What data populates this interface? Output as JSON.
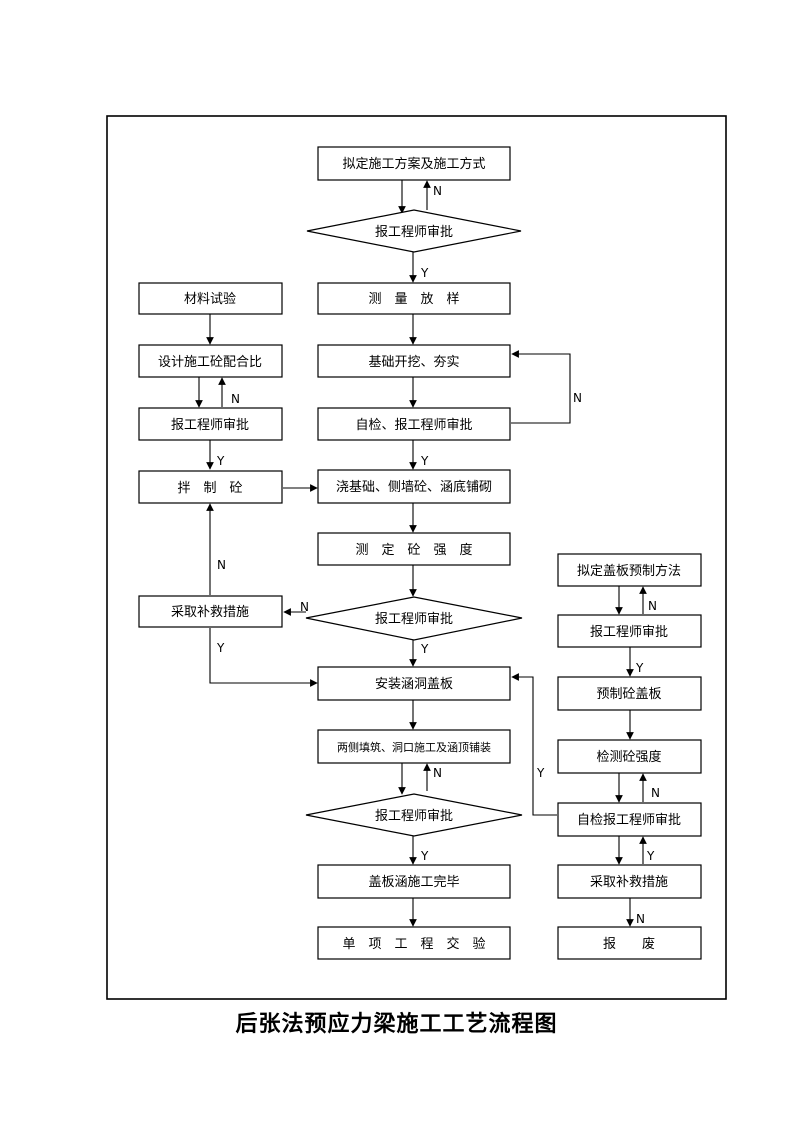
{
  "title": "后张法预应力梁施工工艺流程图",
  "nodes": {
    "plan": "拟定施工方案及施工方式",
    "approve1": "报工程师审批",
    "survey": "测　量　放　样",
    "excavate": "基础开挖、夯实",
    "selfcheck1": "自检、报工程师审批",
    "pour": "浇基础、侧墙砼、涵底铺砌",
    "strength": "测　定　砼　强　度",
    "approve2": "报工程师审批",
    "install": "安装涵洞盖板",
    "backfill": "两侧填筑、洞口施工及涵顶铺装",
    "approve3": "报工程师审批",
    "complete": "盖板涵施工完毕",
    "handover": "单　项　工　程　交　验",
    "material": "材料试验",
    "mix": "设计施工砼配合比",
    "approve_mix": "报工程师审批",
    "mixing": "拌　制　砼",
    "remedy_left": "采取补救措施",
    "slab_plan": "拟定盖板预制方法",
    "approve_slab": "报工程师审批",
    "prefab": "预制砼盖板",
    "slab_strength": "检测砼强度",
    "slab_selfcheck": "自检报工程师审批",
    "remedy_right": "采取补救措施",
    "scrap": "报　　废"
  },
  "labels": {
    "yes": "Y",
    "no": "N"
  }
}
